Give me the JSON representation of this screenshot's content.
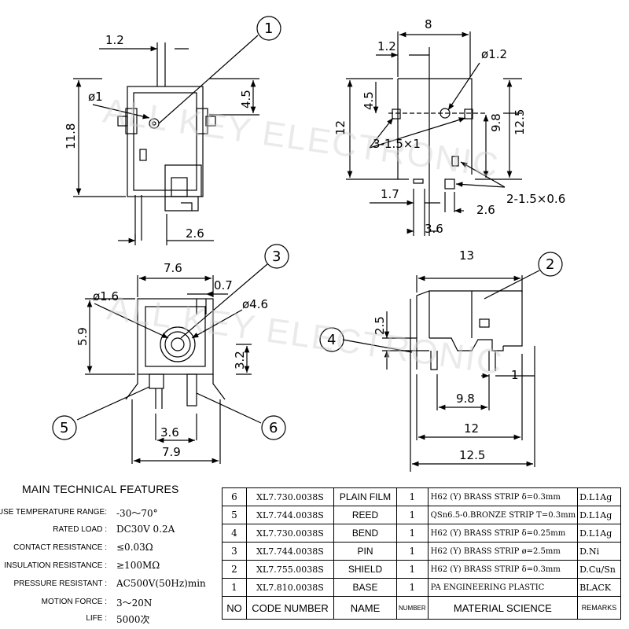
{
  "watermark": "ALL KEY ELECTRONIC",
  "top_left_view": {
    "dim_width": "1.2",
    "dim_height": "11.8",
    "dim_top": "4.5",
    "dim_hole": "ø1",
    "dim_bottom": "2.6",
    "callout": "1"
  },
  "top_right_view": {
    "dim_width": "8",
    "dim_left": "1.2",
    "dim_hole": "ø1.2",
    "dim_45": "4.5",
    "dim_height": "12",
    "dim_98": "9.8",
    "dim_125": "12.5",
    "dim_slots_a": "3-1.5×1",
    "dim_17": "1.7",
    "dim_slots_b": "2-1.5×0.6",
    "dim_26": "2.6",
    "dim_36": "3.6"
  },
  "bottom_left_view": {
    "dim_width": "7.6",
    "dim_07": "0.7",
    "dim_hole_a": "ø1.6",
    "dim_hole_b": "ø4.6",
    "dim_height": "5.9",
    "dim_32": "3.2",
    "dim_36": "3.6",
    "dim_79": "7.9",
    "callout_3": "3",
    "callout_5": "5",
    "callout_6": "6"
  },
  "bottom_right_view": {
    "dim_width": "13",
    "dim_25": "2.5",
    "dim_1": "1",
    "dim_98": "9.8",
    "dim_12": "12",
    "dim_125": "12.5",
    "callout_2": "2",
    "callout_4": "4"
  },
  "features": {
    "title": "MAIN TECHNICAL FEATURES",
    "rows": [
      {
        "label": "USE TEMPERATURE RANGE:",
        "value": "-30～70°"
      },
      {
        "label": "RATED LOAD :",
        "value": "DC30V 0.2A"
      },
      {
        "label": "CONTACT RESISTANCE :",
        "value": "≤0.03Ω"
      },
      {
        "label": "INSULATION RESISTANCE :",
        "value": "≥100MΩ"
      },
      {
        "label": "PRESSURE RESISTANT :",
        "value": "AC500V(50Hz)min"
      },
      {
        "label": "MOTION FORCE :",
        "value": "3～20N"
      },
      {
        "label": "LIFE :",
        "value": "5000次"
      }
    ]
  },
  "bom": {
    "header": {
      "no": "NO",
      "code": "CODE NUMBER",
      "name": "NAME",
      "number": "NUMBER",
      "material": "MATERIAL SCIENCE",
      "remarks": "REMARKS"
    },
    "rows": [
      {
        "no": "6",
        "code": "XL7.730.0038S",
        "name": "PLAIN FILM",
        "qty": "1",
        "material": "H62 (Y) BRASS STRIP δ=0.3mm",
        "remarks": "D.L1Ag"
      },
      {
        "no": "5",
        "code": "XL7.744.0038S",
        "name": "REED",
        "qty": "1",
        "material": "QSn6.5-0.BRONZE STRIP T=0.3mm",
        "remarks": "D.L1Ag"
      },
      {
        "no": "4",
        "code": "XL7.730.0038S",
        "name": "BEND",
        "qty": "1",
        "material": "H62 (Y) BRASS STRIP δ=0.25mm",
        "remarks": "D.L1Ag"
      },
      {
        "no": "3",
        "code": "XL7.744.0038S",
        "name": "PIN",
        "qty": "1",
        "material": "H62 (Y) BRASS STRIP ø=2.5mm",
        "remarks": "D.Ni"
      },
      {
        "no": "2",
        "code": "XL7.755.0038S",
        "name": "SHIELD",
        "qty": "1",
        "material": "H62 (Y) BRASS STRIP δ=0.3mm",
        "remarks": "D.Cu/Sn"
      },
      {
        "no": "1",
        "code": "XL7.810.0038S",
        "name": "BASE",
        "qty": "1",
        "material": "PA ENGINEERING PLASTIC",
        "remarks": "BLACK"
      }
    ]
  }
}
